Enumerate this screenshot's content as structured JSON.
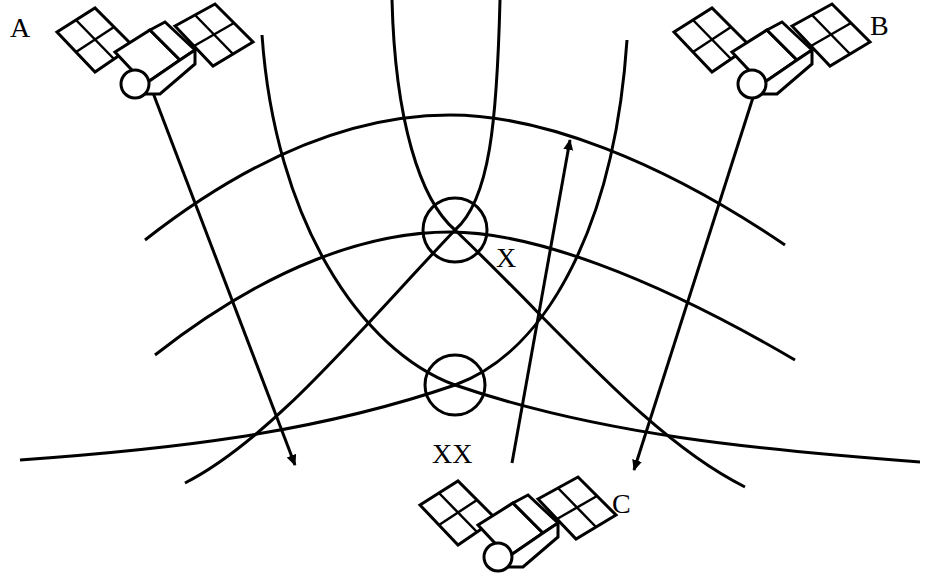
{
  "diagram": {
    "labels": [
      "A",
      "B",
      "X",
      "XX",
      "C"
    ]
  }
}
